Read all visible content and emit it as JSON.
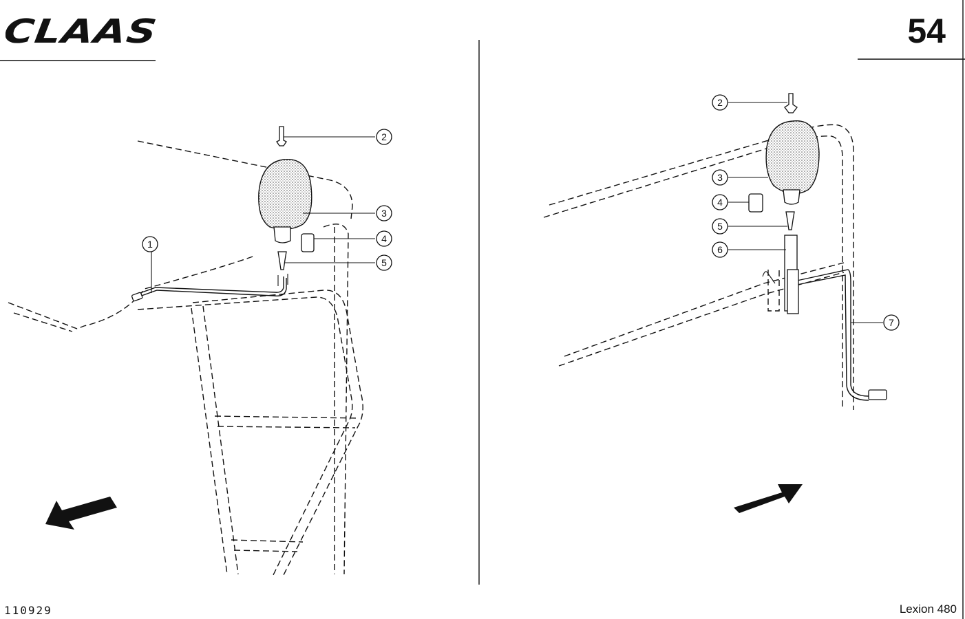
{
  "header": {
    "brand": "CLAAS",
    "page_number": "54"
  },
  "footer": {
    "document_number": "110929",
    "model": "Lexion 480"
  },
  "left_view": {
    "callouts": [
      "1",
      "2",
      "3",
      "4",
      "5"
    ]
  },
  "right_view": {
    "callouts": [
      "2",
      "3",
      "4",
      "5",
      "6",
      "7"
    ]
  }
}
